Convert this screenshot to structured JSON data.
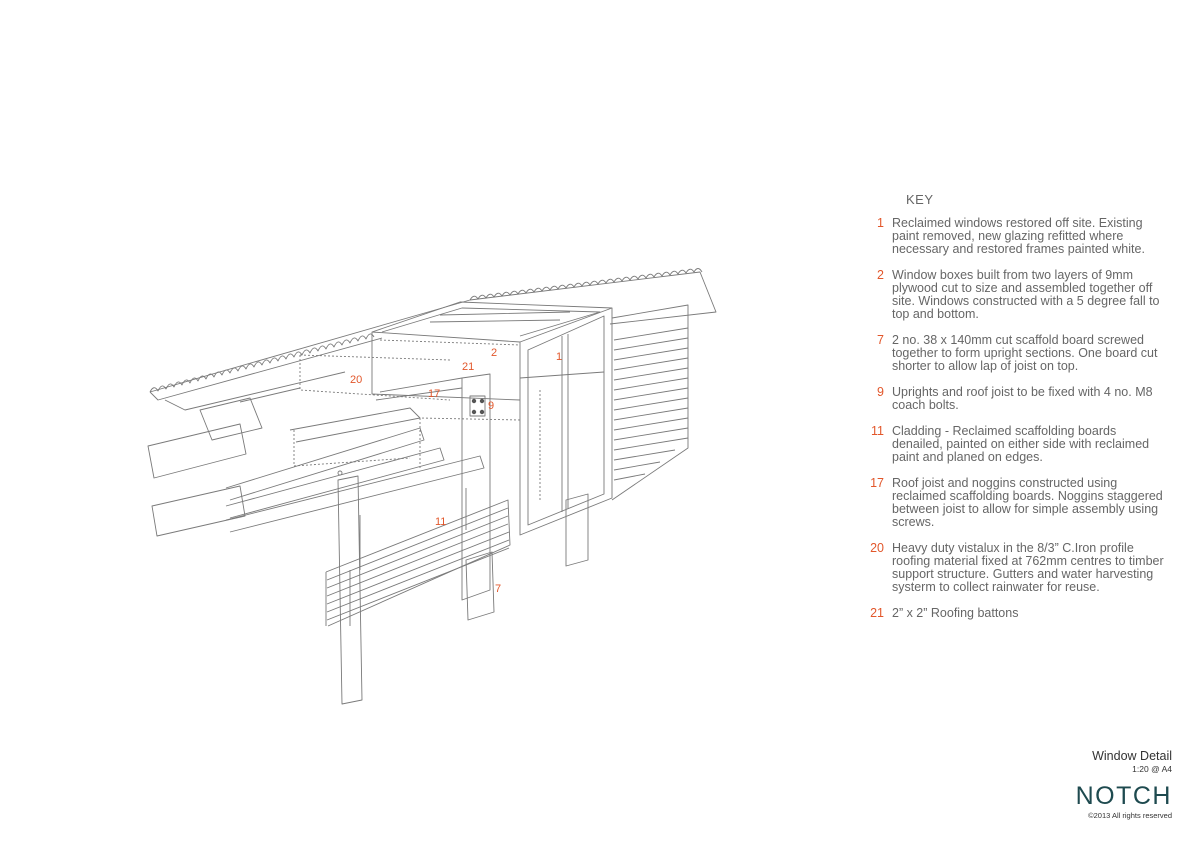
{
  "drawing": {
    "callouts": [
      {
        "id": "20",
        "label": "20"
      },
      {
        "id": "21",
        "label": "21"
      },
      {
        "id": "2",
        "label": "2"
      },
      {
        "id": "1",
        "label": "1"
      },
      {
        "id": "17",
        "label": "17"
      },
      {
        "id": "9",
        "label": "9"
      },
      {
        "id": "11",
        "label": "11"
      },
      {
        "id": "7",
        "label": "7"
      }
    ]
  },
  "key": {
    "title": "KEY",
    "items": [
      {
        "number": "1",
        "text": "Reclaimed windows restored off site. Existing paint removed, new glazing refitted where necessary and restored frames painted white."
      },
      {
        "number": "2",
        "text": "Window boxes built from two layers of 9mm plywood cut to size and assembled together off site. Windows constructed with a 5 degree fall to top and bottom."
      },
      {
        "number": "7",
        "text": "2 no. 38 x 140mm cut scaffold board screwed together to form upright sections. One board cut shorter to allow lap of joist on top."
      },
      {
        "number": "9",
        "text": "Uprights and roof joist to be fixed with 4 no. M8 coach bolts."
      },
      {
        "number": "11",
        "text": "Cladding - Reclaimed scaffolding boards denailed, painted on either side with reclaimed paint and planed on edges."
      },
      {
        "number": "17",
        "text": "Roof joist and noggins constructed using reclaimed scaffolding boards. Noggins staggered between joist to allow for simple assembly using screws."
      },
      {
        "number": "20",
        "text": "Heavy duty vistalux in the 8/3” C.Iron profile roofing material fixed at 762mm centres to timber support structure. Gutters and water harvesting systerm  to collect rainwater for reuse."
      },
      {
        "number": "21",
        "text": "2” x 2” Roofing battons"
      }
    ]
  },
  "title_block": {
    "title": "Window Detail",
    "scale": "1:20 @ A4"
  },
  "brand": {
    "logo": "NOTCH",
    "copyright": "©2013 All rights reserved"
  },
  "colors": {
    "accent": "#e2572b",
    "line": "#7a7a7a",
    "brand": "#1e4a4f"
  }
}
